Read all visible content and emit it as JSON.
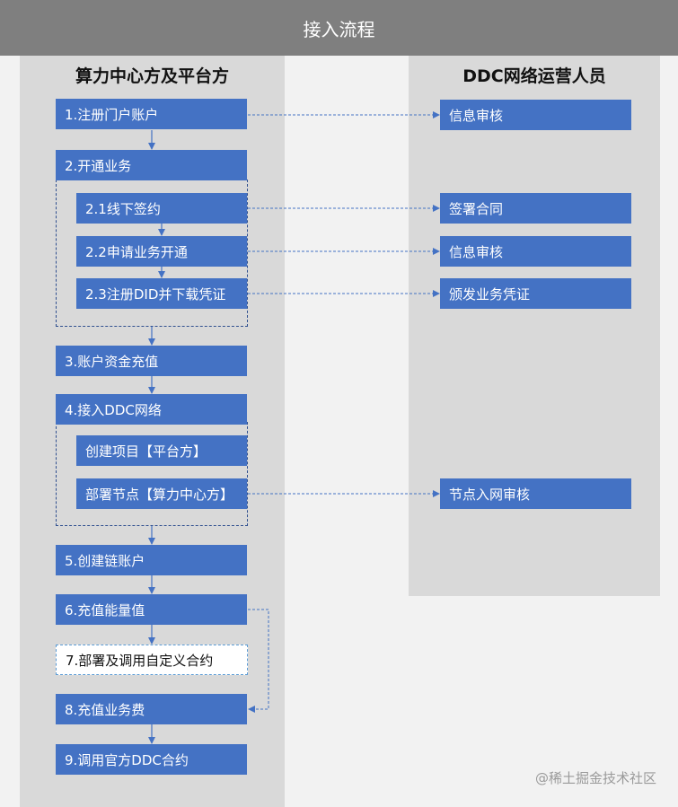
{
  "header": {
    "title": "接入流程"
  },
  "lanes": {
    "left": {
      "title": "算力中心方及平台方"
    },
    "right": {
      "title": "DDC网络运营人员"
    }
  },
  "left_steps": {
    "s1": "1.注册门户账户",
    "s2": "2.开通业务",
    "s2_1": "2.1线下签约",
    "s2_2": "2.2申请业务开通",
    "s2_3": "2.3注册DID并下载凭证",
    "s3": "3.账户资金充值",
    "s4": "4.接入DDC网络",
    "s4_a": "创建项目【平台方】",
    "s4_b": "部署节点【算力中心方】",
    "s5": "5.创建链账户",
    "s6": "6.充值能量值",
    "s7": "7.部署及调用自定义合约",
    "s8": "8.充值业务费",
    "s9": "9.调用官方DDC合约"
  },
  "right_steps": {
    "r1": "信息审核",
    "r2": "签署合同",
    "r3": "信息审核",
    "r4": "颁发业务凭证",
    "r5": "节点入网审核"
  },
  "watermark": "@稀土掘金技术社区",
  "colors": {
    "box": "#4472c4",
    "lane": "#d9d9d9",
    "header": "#7f7f7f",
    "bg": "#f2f2f2"
  }
}
